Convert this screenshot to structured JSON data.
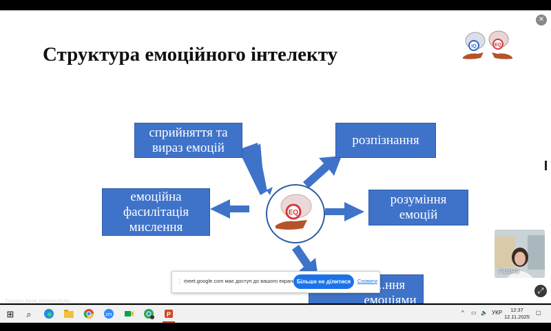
{
  "slide": {
    "title": "Структура емоційного інтелекту",
    "logo_labels": {
      "left": "IQ",
      "right": "EQ"
    },
    "center_label": "EQ",
    "boxes": [
      {
        "id": "perception",
        "text": "сприйняття та\nвираз емоцій"
      },
      {
        "id": "recognition",
        "text": "розпізнання"
      },
      {
        "id": "facilitation",
        "text": "емоційна\nфасилітація\nмислення"
      },
      {
        "id": "understanding",
        "text": "розуміння\nемоцій"
      },
      {
        "id": "management",
        "text": "...ння\nемоціями"
      }
    ]
  },
  "video_tile": {
    "name": "Галина"
  },
  "share_bar": {
    "message": "meet.google.com має доступ до вашого екрана.",
    "stop_label": "Більше не ділитися",
    "hide_label": "Сховати"
  },
  "presenting_text": "Галина веде презентацію",
  "taskbar": {
    "icons": [
      "windows-icon",
      "search-icon",
      "edge-icon",
      "file-explorer-icon",
      "chrome-icon",
      "zoom-icon",
      "meet-icon",
      "chrome-profile-icon",
      "powerpoint-icon"
    ],
    "zoom_label": "zm",
    "language": "УКР",
    "time": "12:37",
    "date": "12.11.2025"
  },
  "colors": {
    "box_fill": "#3f73c9",
    "box_border": "#2d5aa5",
    "meet_blue": "#1a73e8"
  }
}
